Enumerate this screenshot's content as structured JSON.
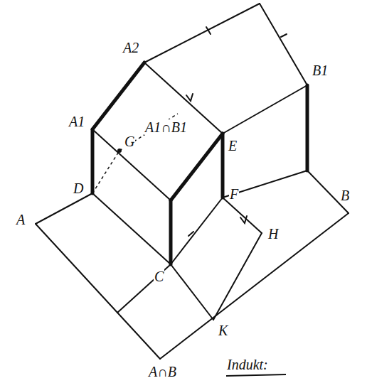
{
  "diagram": {
    "labels": [
      "A2",
      "A1",
      "B1",
      "D",
      "A",
      "A1∩B1",
      "E",
      "F",
      "C",
      "H",
      "K",
      "B",
      "A∩B",
      "G",
      "Indukt:"
    ]
  }
}
